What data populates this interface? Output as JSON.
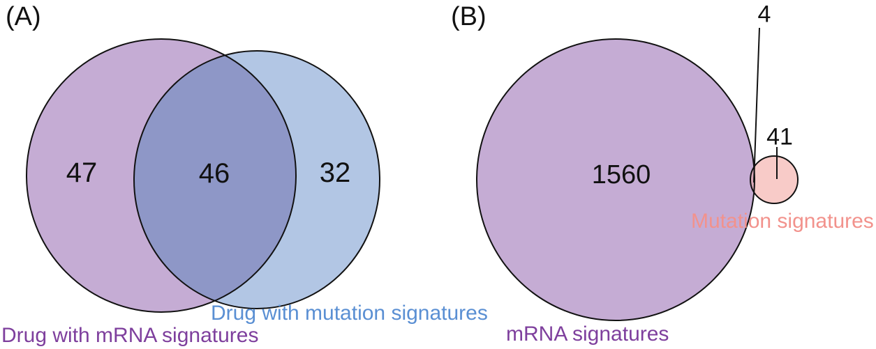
{
  "figure": {
    "type": "venn",
    "panels": "two Venn diagrams labeled (A) and (B)"
  },
  "colors": {
    "purple_fill": "#c5acd4",
    "blue_fill": "#b2c6e4",
    "overlap_purple_blue": "#8e97c7",
    "pink_fill": "#f8cbc8",
    "overlap_purple_pink": "#d9a9b8",
    "outline": "#111111",
    "label_blue": "#5a8fd3",
    "label_purple": "#7e3f9d",
    "label_pink": "#f2928c"
  },
  "panel_a": {
    "label": "(A)",
    "left_set": {
      "name": "Drug with mRNA signatures",
      "only_count": "47"
    },
    "right_set": {
      "name": "Drug with mutation signatures",
      "only_count": "32"
    },
    "intersection_count": "46"
  },
  "panel_b": {
    "label": "(B)",
    "left_set": {
      "name": "mRNA signatures",
      "only_count": "1560"
    },
    "right_set": {
      "name": "Mutation signatures",
      "only_count": "41"
    },
    "intersection_count": "4"
  },
  "chart_data": {
    "type": "venn",
    "diagrams": [
      {
        "panel": "(A)",
        "sets": [
          "Drug with mRNA signatures",
          "Drug with mutation signatures"
        ],
        "values": {
          "left_only": 47,
          "intersection": 46,
          "right_only": 32
        }
      },
      {
        "panel": "(B)",
        "sets": [
          "mRNA signatures",
          "Mutation signatures"
        ],
        "values": {
          "left_only": 1560,
          "intersection": 4,
          "right_only": 41
        }
      }
    ]
  }
}
